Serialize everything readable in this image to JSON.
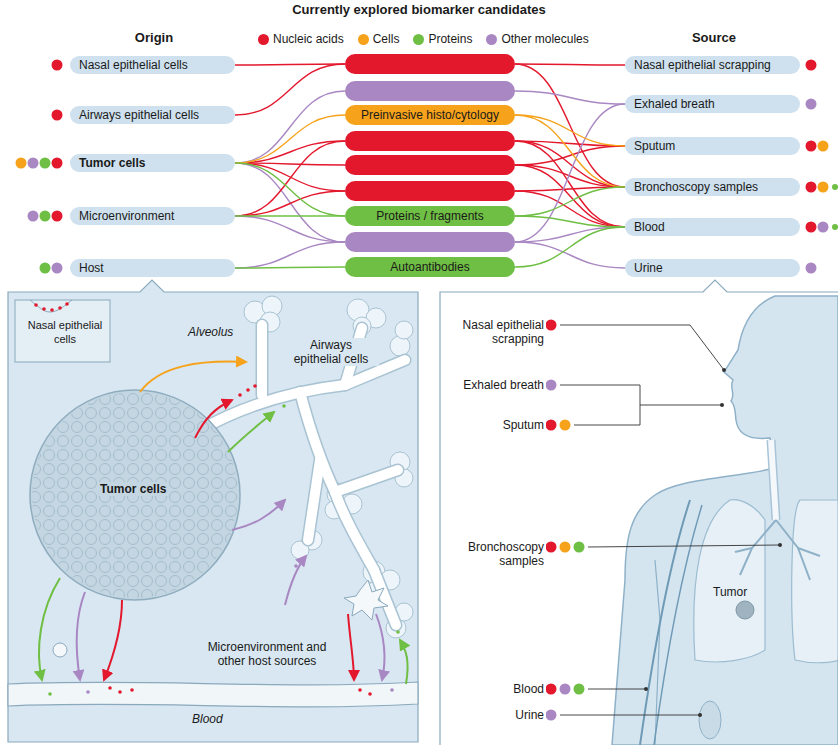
{
  "diagram": {
    "title": "Currently explored biomarker candidates",
    "nodes": [
      {
        "text": [
          "Nasal epithelial cells"
        ]
      },
      {
        "text": [
          "Airways epithelial cells"
        ]
      },
      {
        "text": [
          "Tumor cells"
        ]
      },
      {
        "text": [
          "Microenvironment"
        ]
      },
      {
        "text": [
          "Host"
        ]
      },
      {
        "text": [
          "Preinvasive histo/cytology"
        ]
      },
      {
        "text": [
          "Proteins / fragments"
        ]
      },
      {
        "text": [
          "Autoantibodies"
        ]
      },
      {
        "text": [
          "Nasal epithelial scrapping"
        ]
      },
      {
        "text": [
          "Exhaled breath"
        ]
      },
      {
        "text": [
          "Sputum"
        ]
      },
      {
        "text": [
          "Bronchoscopy samples"
        ]
      },
      {
        "text": [
          "Blood"
        ]
      },
      {
        "text": [
          "Urine"
        ]
      }
    ],
    "edges": [
      {
        "from": 2,
        "to": 5,
        "arrow": "none"
      },
      {
        "from": 5,
        "to": 10,
        "arrow": "none"
      },
      {
        "from": 5,
        "to": 11,
        "arrow": "none"
      },
      {
        "from": 2,
        "to": 6,
        "arrow": "none"
      },
      {
        "from": 3,
        "to": 6,
        "arrow": "none"
      },
      {
        "from": 6,
        "to": 11,
        "arrow": "none"
      },
      {
        "from": 6,
        "to": 12,
        "arrow": "none"
      },
      {
        "from": 4,
        "to": 7,
        "arrow": "none"
      },
      {
        "from": 7,
        "to": 12,
        "arrow": "none"
      }
    ],
    "labels": [
      "Origin",
      "Source",
      "Nasal epithelial cells",
      "Alveolus",
      "Airways epithelial cells",
      "Tumor cells",
      "Microenvironment and other host sources",
      "Blood",
      "Nasal epithelial scrapping",
      "Exhaled breath",
      "Sputum",
      "Bronchoscopy samples",
      "Tumor",
      "Blood",
      "Urine"
    ],
    "legend": [
      {
        "text": "Nucleic acids",
        "color": "#e3182d"
      },
      {
        "text": "Cells",
        "color": "#f6a21b"
      },
      {
        "text": "Proteins",
        "color": "#6fbf44"
      },
      {
        "text": "Other molecules",
        "color": "#a987c3"
      }
    ]
  }
}
